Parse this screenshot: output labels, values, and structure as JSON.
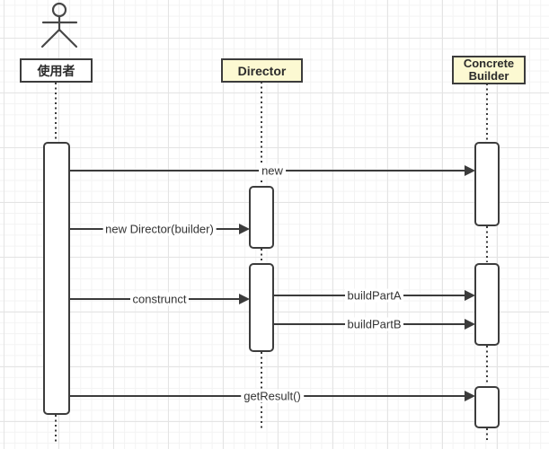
{
  "canvas": {
    "background": "#ffffff",
    "grid_minor_color": "#f3f3f3",
    "grid_major_color": "#e4e4e4"
  },
  "diagram": {
    "kind": "uml-sequence-diagram",
    "colors": {
      "stroke": "#3b3b3b",
      "text": "#333333",
      "participant_fill_yellow": "#fcf9d2",
      "participant_fill_white": "#ffffff"
    },
    "participants": [
      {
        "label": "使用者",
        "type": "actor",
        "fill": "#ffffff"
      },
      {
        "label": "Director",
        "type": "object",
        "fill": "#fcf9d2"
      },
      {
        "label": "Concrete Builder",
        "type": "object",
        "fill": "#fcf9d2"
      }
    ],
    "messages": [
      {
        "label": "new",
        "from": "使用者",
        "to": "Concrete Builder"
      },
      {
        "label": "new Director(builder)",
        "from": "使用者",
        "to": "Director"
      },
      {
        "label": "construnct",
        "from": "使用者",
        "to": "Director"
      },
      {
        "label": "buildPartA",
        "from": "Director",
        "to": "Concrete Builder"
      },
      {
        "label": "buildPartB",
        "from": "Director",
        "to": "Concrete Builder"
      },
      {
        "label": "getResult()",
        "from": "使用者",
        "to": "Concrete Builder"
      }
    ]
  }
}
